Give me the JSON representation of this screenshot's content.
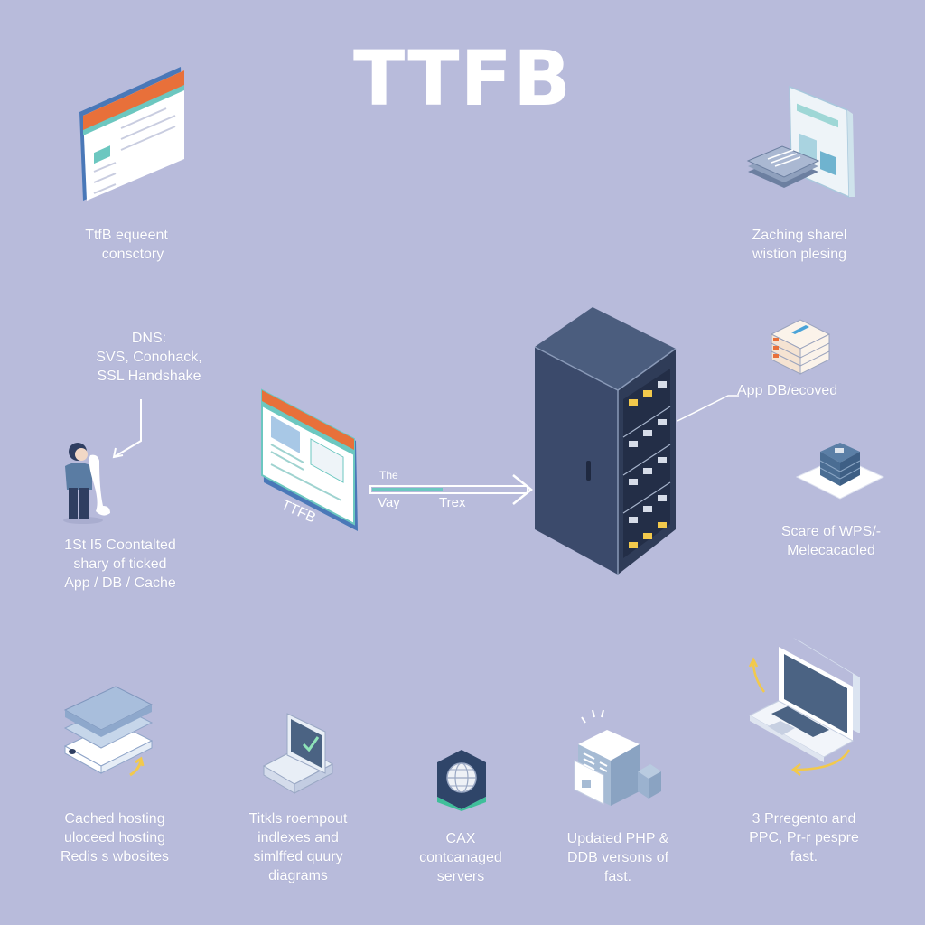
{
  "title": "TTFB",
  "colors": {
    "background": "#b8bbdb",
    "text": "#ffffff",
    "server_dark": "#3b4a6b",
    "accent_orange": "#e8703a",
    "accent_teal": "#6cc7c0",
    "accent_yellow": "#f2c94c",
    "accent_blue": "#4a78b8"
  },
  "nodes": {
    "top_left": {
      "icon": "browser-window-icon",
      "lines": [
        "TtfB equeent",
        "consctory"
      ]
    },
    "top_right": {
      "icon": "cached-pages-icon",
      "lines": [
        "Zaching sharel",
        "wistion plesing"
      ]
    },
    "dns": {
      "lines": [
        "DNS:",
        "SVS, Conohack,",
        "SSL Handshake"
      ]
    },
    "person": {
      "icon": "person-with-phone-icon",
      "lines": [
        "1St I5 Coontalted",
        "shary of ticked",
        "App / DB / Cache"
      ]
    },
    "browser_center": {
      "icon": "browser-window-icon",
      "label": "TTFB"
    },
    "arrow": {
      "top_label": "The",
      "left_label": "Vay",
      "right_label": "Trex"
    },
    "server": {
      "icon": "server-rack-icon"
    },
    "app_db": {
      "icon": "database-stack-icon",
      "lines": [
        "App DB/ecoved"
      ]
    },
    "wps": {
      "icon": "server-stack-icon",
      "lines": [
        "Scare of WPS/-",
        "Melecacacled"
      ]
    },
    "bottom": [
      {
        "icon": "hosting-layers-icon",
        "lines": [
          "Cached hosting",
          "uloceed hosting",
          "Redis s wbosites"
        ]
      },
      {
        "icon": "monitor-check-icon",
        "lines": [
          "Titkls roempout",
          "indlexes and",
          "simlffed quury",
          "diagrams"
        ]
      },
      {
        "icon": "globe-hexagon-icon",
        "lines": [
          "CAX",
          "contcanaged",
          "servers"
        ]
      },
      {
        "icon": "building-icon",
        "lines": [
          "Updated PHP &",
          "DDB versons of",
          "fast."
        ]
      },
      {
        "icon": "laptop-icon",
        "lines": [
          "3 Prregento and",
          "PPC, Pr-r pespre",
          "fast."
        ]
      }
    ]
  }
}
